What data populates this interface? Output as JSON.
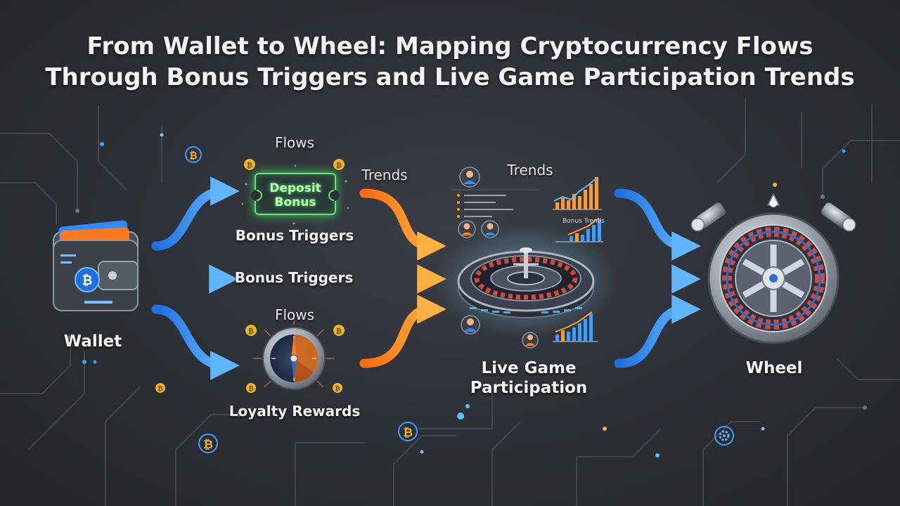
{
  "title": {
    "line1": "From Wallet to Wheel: Mapping Cryptocurrency Flows",
    "line2": "Through Bonus Triggers and Live Game Participation Trends"
  },
  "nodes": {
    "wallet": "Wallet",
    "deposit_line1": "Deposit",
    "deposit_line2": "Bonus",
    "bonus_triggers_top": "Bonus Triggers",
    "bonus_triggers_mid": "Bonus Triggers",
    "loyalty_rewards": "Loyalty Rewards",
    "live_game_line1": "Live Game",
    "live_game_line2": "Participation",
    "wheel": "Wheel"
  },
  "annotations": {
    "flows_top": "Flows",
    "flows_bottom": "Flows",
    "trends_left": "Trends",
    "trends_right": "Trends",
    "chart_caption": "Bonus Trends"
  },
  "icons": {
    "coin": "bitcoin-coin-icon",
    "user": "user-avatar-icon",
    "gear": "gear-icon"
  },
  "colors": {
    "blue_arrow": "#3aa0ff",
    "orange_arrow": "#ff8a1f",
    "green_glow": "#4fe07a",
    "coin_gold": "#f0b429",
    "chart_orange": "#ff9a2e",
    "chart_blue": "#3aa0ff",
    "title_text": "#f2f2f2"
  }
}
